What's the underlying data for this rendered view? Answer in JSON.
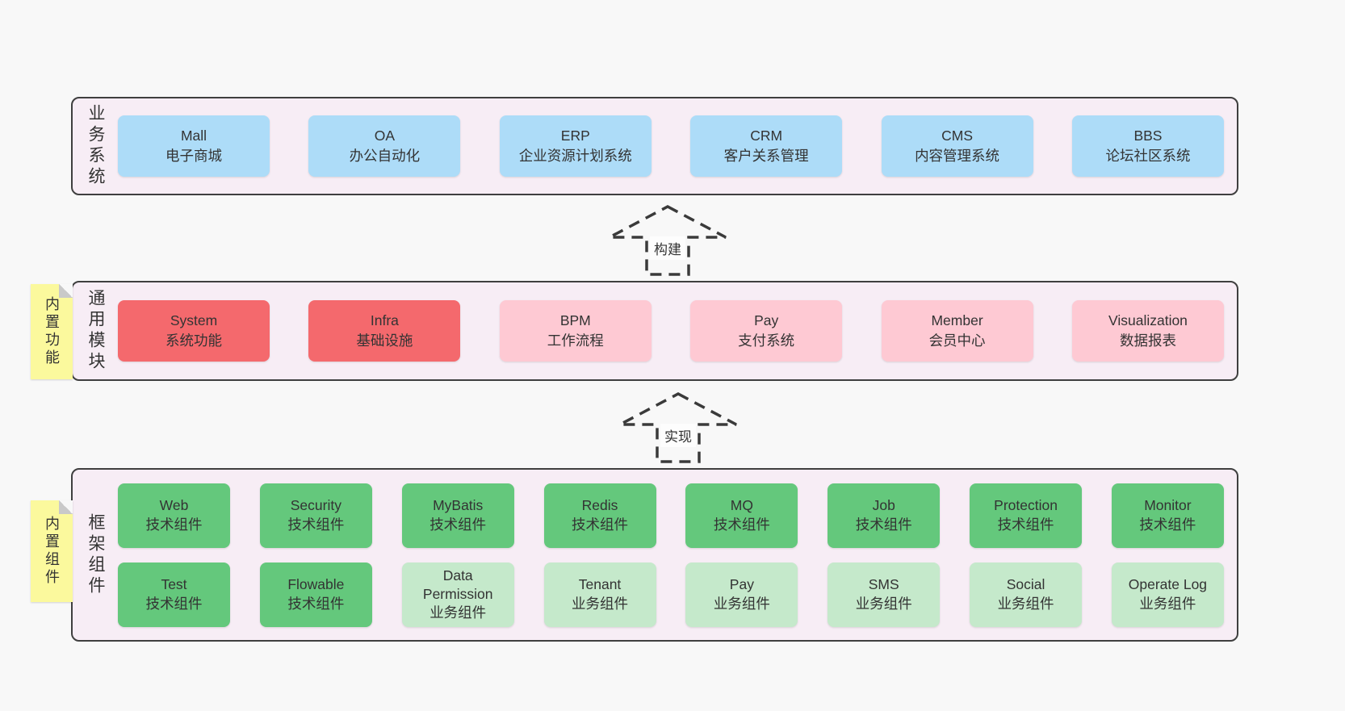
{
  "colors": {
    "page_bg": "#f8f8f8",
    "container_bg": "#f7edf5",
    "container_border": "#3f3f3f",
    "blue": "#addcf8",
    "red": "#f4696d",
    "pink": "#fec9d3",
    "green": "#64c87c",
    "light_green": "#c5e9cb",
    "sticky_yellow": "#fbf99d",
    "sticky_fold": "#c9c9c9",
    "text": "#333333"
  },
  "arrows": [
    {
      "label": "构建"
    },
    {
      "label": "实现"
    }
  ],
  "layers": {
    "business": {
      "side_label": "业务系统",
      "boxes": [
        {
          "en": "Mall",
          "zh": "电子商城",
          "type": "blue"
        },
        {
          "en": "OA",
          "zh": "办公自动化",
          "type": "blue"
        },
        {
          "en": "ERP",
          "zh": "企业资源计划系统",
          "type": "blue"
        },
        {
          "en": "CRM",
          "zh": "客户关系管理",
          "type": "blue"
        },
        {
          "en": "CMS",
          "zh": "内容管理系统",
          "type": "blue"
        },
        {
          "en": "BBS",
          "zh": "论坛社区系统",
          "type": "blue"
        }
      ]
    },
    "modules": {
      "side_label": "通用模块",
      "sticky_label": "内置功能",
      "boxes": [
        {
          "en": "System",
          "zh": "系统功能",
          "type": "red"
        },
        {
          "en": "Infra",
          "zh": "基础设施",
          "type": "red"
        },
        {
          "en": "BPM",
          "zh": "工作流程",
          "type": "pink"
        },
        {
          "en": "Pay",
          "zh": "支付系统",
          "type": "pink"
        },
        {
          "en": "Member",
          "zh": "会员中心",
          "type": "pink"
        },
        {
          "en": "Visualization",
          "zh": "数据报表",
          "type": "pink"
        }
      ]
    },
    "components": {
      "side_label": "框架组件",
      "sticky_label": "内置组件",
      "row1": [
        {
          "en": "Web",
          "zh": "技术组件",
          "type": "green"
        },
        {
          "en": "Security",
          "zh": "技术组件",
          "type": "green"
        },
        {
          "en": "MyBatis",
          "zh": "技术组件",
          "type": "green"
        },
        {
          "en": "Redis",
          "zh": "技术组件",
          "type": "green"
        },
        {
          "en": "MQ",
          "zh": "技术组件",
          "type": "green"
        },
        {
          "en": "Job",
          "zh": "技术组件",
          "type": "green"
        },
        {
          "en": "Protection",
          "zh": "技术组件",
          "type": "green"
        },
        {
          "en": "Monitor",
          "zh": "技术组件",
          "type": "green"
        }
      ],
      "row2": [
        {
          "en": "Test",
          "zh": "技术组件",
          "type": "green"
        },
        {
          "en": "Flowable",
          "zh": "技术组件",
          "type": "green"
        },
        {
          "en": "Data Permission",
          "zh": "业务组件",
          "type": "lightgreen"
        },
        {
          "en": "Tenant",
          "zh": "业务组件",
          "type": "lightgreen"
        },
        {
          "en": "Pay",
          "zh": "业务组件",
          "type": "lightgreen"
        },
        {
          "en": "SMS",
          "zh": "业务组件",
          "type": "lightgreen"
        },
        {
          "en": "Social",
          "zh": "业务组件",
          "type": "lightgreen"
        },
        {
          "en": "Operate Log",
          "zh": "业务组件",
          "type": "lightgreen"
        }
      ]
    }
  }
}
